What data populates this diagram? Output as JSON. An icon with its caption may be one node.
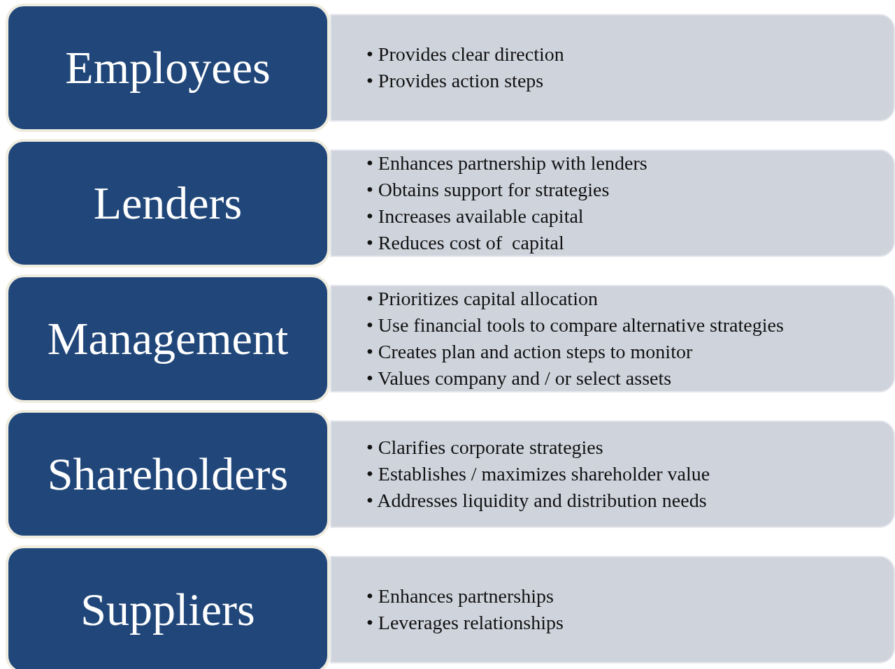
{
  "diagram": {
    "nodes": [
      {
        "text": [
          "Employees"
        ]
      },
      {
        "text": [
          "• Provides clear direction",
          "• Provides action steps"
        ]
      },
      {
        "text": [
          "Lenders"
        ]
      },
      {
        "text": [
          "• Enhances partnership with lenders",
          "• Obtains support for strategies",
          "• Increases available capital",
          "• Reduces cost of  capital"
        ]
      },
      {
        "text": [
          "Management"
        ]
      },
      {
        "text": [
          "• Prioritizes capital allocation",
          "• Use financial tools to compare alternative strategies",
          "• Creates plan and action steps to monitor",
          "• Values company and / or select assets"
        ]
      },
      {
        "text": [
          "Shareholders"
        ]
      },
      {
        "text": [
          "• Clarifies corporate strategies",
          "• Establishes / maximizes shareholder value",
          "• Addresses liquidity and distribution needs"
        ]
      },
      {
        "text": [
          "Suppliers"
        ]
      },
      {
        "text": [
          "• Enhances partnerships",
          "• Leverages relationships"
        ]
      }
    ]
  }
}
